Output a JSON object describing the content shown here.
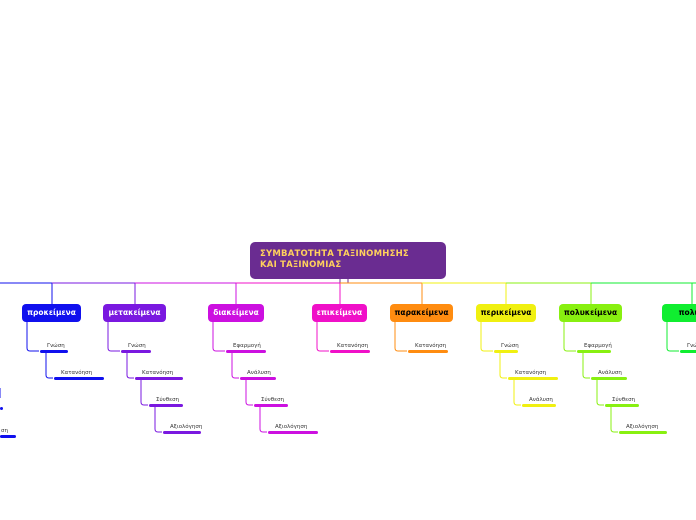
{
  "root": {
    "title_line1": "ΣΥΜΒΑΤΟΤΗΤΑ ΤΑΞΙΝΟΜΗΣΗΣ",
    "title_line2": "ΚΑΙ ΤΑΞΙΝΟΜΙΑΣ",
    "bg_color": "#6a2c91",
    "text_color": "#ffd15c"
  },
  "branches": [
    {
      "label": "προκείμενα",
      "color": "#1010ee",
      "text_color": "#ffffff",
      "children": [
        {
          "label": "Γνώση",
          "depth": 0
        },
        {
          "label": "Κατανόηση",
          "depth": 1
        }
      ]
    },
    {
      "label": "μετακείμενα",
      "color": "#7a18e0",
      "text_color": "#ffffff",
      "children": [
        {
          "label": "Γνώση",
          "depth": 0
        },
        {
          "label": "Κατανόηση",
          "depth": 1
        },
        {
          "label": "Σύνθεση",
          "depth": 2
        },
        {
          "label": "Αξιολόγηση",
          "depth": 3
        }
      ]
    },
    {
      "label": "διακείμενα",
      "color": "#cc10e0",
      "text_color": "#ffffff",
      "children": [
        {
          "label": "Εφαρμογή",
          "depth": 0
        },
        {
          "label": "Ανάλυση",
          "depth": 1
        },
        {
          "label": "Σύνθεση",
          "depth": 2
        },
        {
          "label": "Αξιολόγηση",
          "depth": 3
        }
      ]
    },
    {
      "label": "επικείμενα",
      "color": "#f010c8",
      "text_color": "#ffffff",
      "children": [
        {
          "label": "Κατανόηση",
          "depth": 0
        }
      ]
    },
    {
      "label": "παρακείμενα",
      "color": "#ff8c10",
      "text_color": "#000000",
      "children": [
        {
          "label": "Κατανόηση",
          "depth": 0
        }
      ]
    },
    {
      "label": "περικείμενα",
      "color": "#f0f010",
      "text_color": "#000000",
      "children": [
        {
          "label": "Γνώση",
          "depth": 0
        },
        {
          "label": "Κατανόηση",
          "depth": 1
        },
        {
          "label": "Ανάλυση",
          "depth": 2
        }
      ]
    },
    {
      "label": "πολυκείμενα",
      "color": "#88f010",
      "text_color": "#000000",
      "children": [
        {
          "label": "Εφαρμογή",
          "depth": 0
        },
        {
          "label": "Ανάλυση",
          "depth": 1
        },
        {
          "label": "Σύνθεση",
          "depth": 2
        },
        {
          "label": "Αξιολόγηση",
          "depth": 3
        }
      ]
    },
    {
      "label": "πολυσ",
      "color": "#10ee30",
      "text_color": "#000000",
      "children": [
        {
          "label": "Γνώση",
          "depth": 0
        }
      ]
    }
  ],
  "offscreen_left": [
    {
      "label": "ση",
      "color": "#1010ee"
    }
  ]
}
